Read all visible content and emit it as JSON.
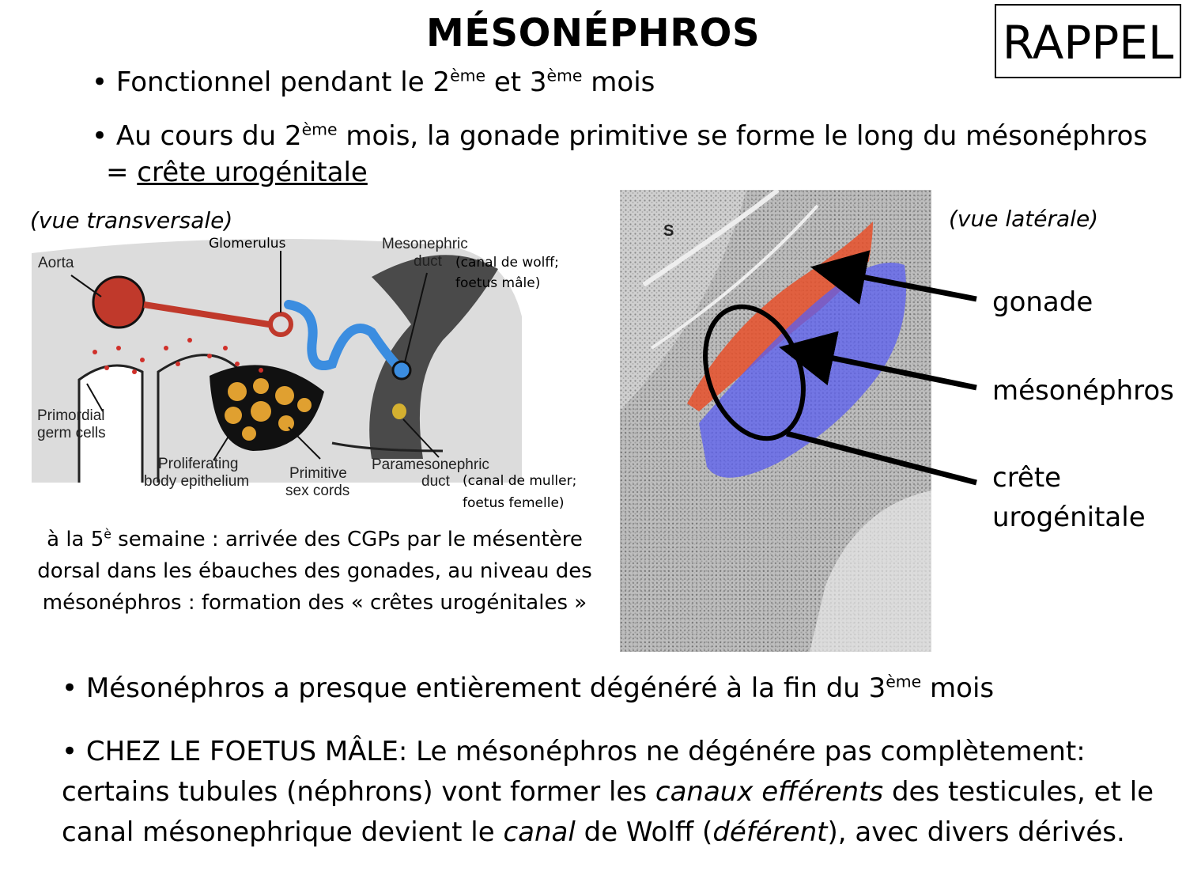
{
  "title": "MÉSONÉPHROS",
  "badge": "RAPPEL",
  "bullet1": {
    "a": "• Fonctionnel pendant le 2",
    "sup1": "ème",
    "b": " et 3",
    "sup2": "ème",
    "c": " mois"
  },
  "bullet2": {
    "a": "• Au cours du 2",
    "sup": "ème",
    "b": " mois, la gonade primitive se forme le long du mésonéphros",
    "eq": "= ",
    "underlined": "crête urogénitale"
  },
  "left_figure": {
    "view": "(vue transversale)",
    "labels": {
      "aorta": "Aorta",
      "glomerulus": "Glomerulus",
      "mesonephric_1": "Mesonephric",
      "mesonephric_2": "duct",
      "wolff_1": "(canal de wolff;",
      "wolff_2": "foetus mâle)",
      "primordial_1": "Primordial",
      "primordial_2": "germ cells",
      "prolif_1": "Proliferating",
      "prolif_2": "body epithelium",
      "primitive_1": "Primitive",
      "primitive_2": "sex cords",
      "paramesonephric_1": "Paramesonephric",
      "paramesonephric_2": "duct",
      "muller_1": "(canal de muller;",
      "muller_2": "foetus femelle)"
    },
    "caption": {
      "a": "à la 5",
      "sup": "è",
      "b": " semaine : arrivée des CGPs par le mésentère dorsal dans les ébauches des gonades, au niveau des mésonéphros : formation des « crêtes urogénitales »"
    }
  },
  "right_figure": {
    "view": "(vue latérale)",
    "histo_letter": "S",
    "labels": {
      "gonade": "gonade",
      "mesonephros": "mésonéphros",
      "crete_1": "crête",
      "crete_2": "urogénitale"
    },
    "colors": {
      "gonade": "#e8502a",
      "mesonephros": "#5a5ef0",
      "arrow": "#000000"
    }
  },
  "bullet3": {
    "a": "• Mésonéphros a presque entièrement dégénéré à la fin du 3",
    "sup": "ème",
    "b": " mois"
  },
  "bullet4": {
    "a": "• CHEZ LE FOETUS MÂLE: Le mésonéphros ne dégénére pas complètement: certains tubules (néphrons) vont former les ",
    "i1": "canaux efférents",
    "b": " des testicules, et le canal mésonephrique devient le ",
    "i2": "canal",
    "c": " de Wolff (",
    "i3": "déférent",
    "d": "), avec divers dérivés."
  }
}
